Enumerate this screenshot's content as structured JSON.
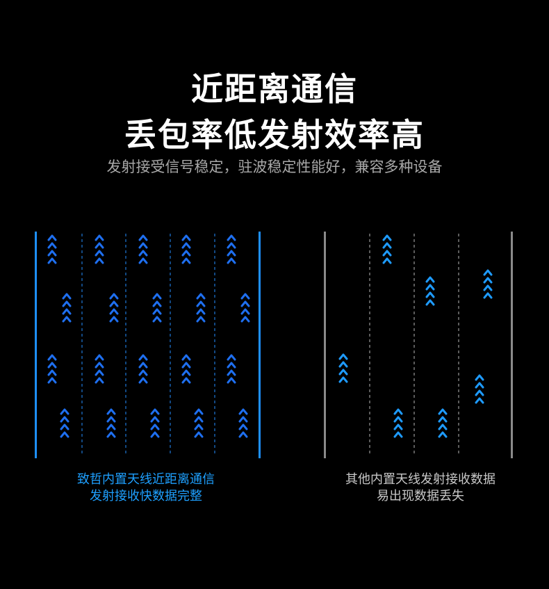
{
  "heading": {
    "line1": "近距离通信",
    "line2": "丢包率低发射效率高",
    "subtitle": "发射接受信号稳定，驻波稳定性能好，兼容多种设备"
  },
  "left_panel": {
    "caption_line1": "致哲内置天线近距离通信",
    "caption_line2": "发射接收快数据完整",
    "accent_color": "#1e90ff"
  },
  "right_panel": {
    "caption_line1": "其他内置天线发射接收数据",
    "caption_line2": "易出现数据丢失",
    "border_color": "#8a8a8a"
  }
}
